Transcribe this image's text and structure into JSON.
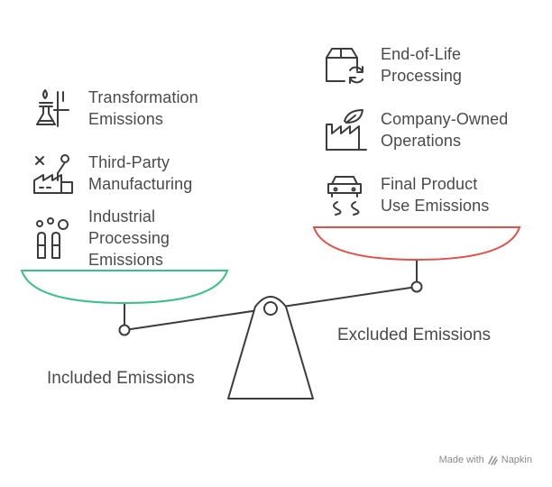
{
  "included": {
    "caption": "Included Emissions",
    "items": [
      {
        "icon": "flask-flame-icon",
        "lines": [
          "Transformation",
          "Emissions"
        ]
      },
      {
        "icon": "factory-robot-arm-icon",
        "lines": [
          "Third-Party",
          "Manufacturing"
        ]
      },
      {
        "icon": "smokestacks-icon",
        "lines": [
          "Industrial",
          "Processing",
          "Emissions"
        ]
      }
    ]
  },
  "excluded": {
    "caption": "Excluded Emissions",
    "items": [
      {
        "icon": "box-recycle-icon",
        "lines": [
          "End-of-Life",
          "Processing"
        ]
      },
      {
        "icon": "factory-leaf-icon",
        "lines": [
          "Company-Owned",
          "Operations"
        ]
      },
      {
        "icon": "car-exhaust-icon",
        "lines": [
          "Final Product",
          "Use Emissions"
        ]
      }
    ]
  },
  "colors": {
    "included_pan": "#3dbf8a",
    "excluded_pan": "#e0504a",
    "outline": "#3c3c3c",
    "text": "#4a4a4a"
  },
  "watermark": {
    "prefix": "Made with",
    "brand": "Napkin",
    "icon": "napkin-logo-icon"
  }
}
